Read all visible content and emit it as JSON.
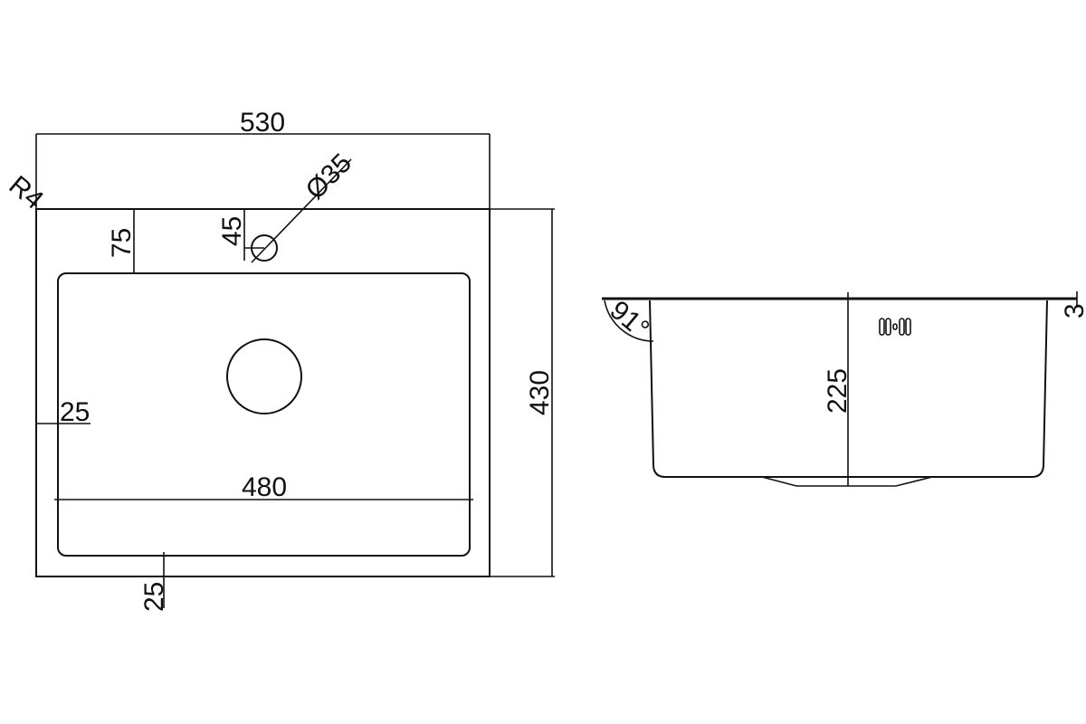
{
  "top_view": {
    "width_label": "530",
    "depth_label": "430",
    "corner_radius_label": "R4",
    "tap_hole_label": "Ø35",
    "tap_offset_label": "45",
    "bowl_offset_top_label": "75",
    "bowl_offset_left_label": "25",
    "bowl_width_label": "480",
    "bowl_offset_bottom_label": "25"
  },
  "side_view": {
    "angle_label": "91°",
    "depth_label": "225",
    "rim_thickness_label": "3",
    "line_color": "#111111"
  }
}
